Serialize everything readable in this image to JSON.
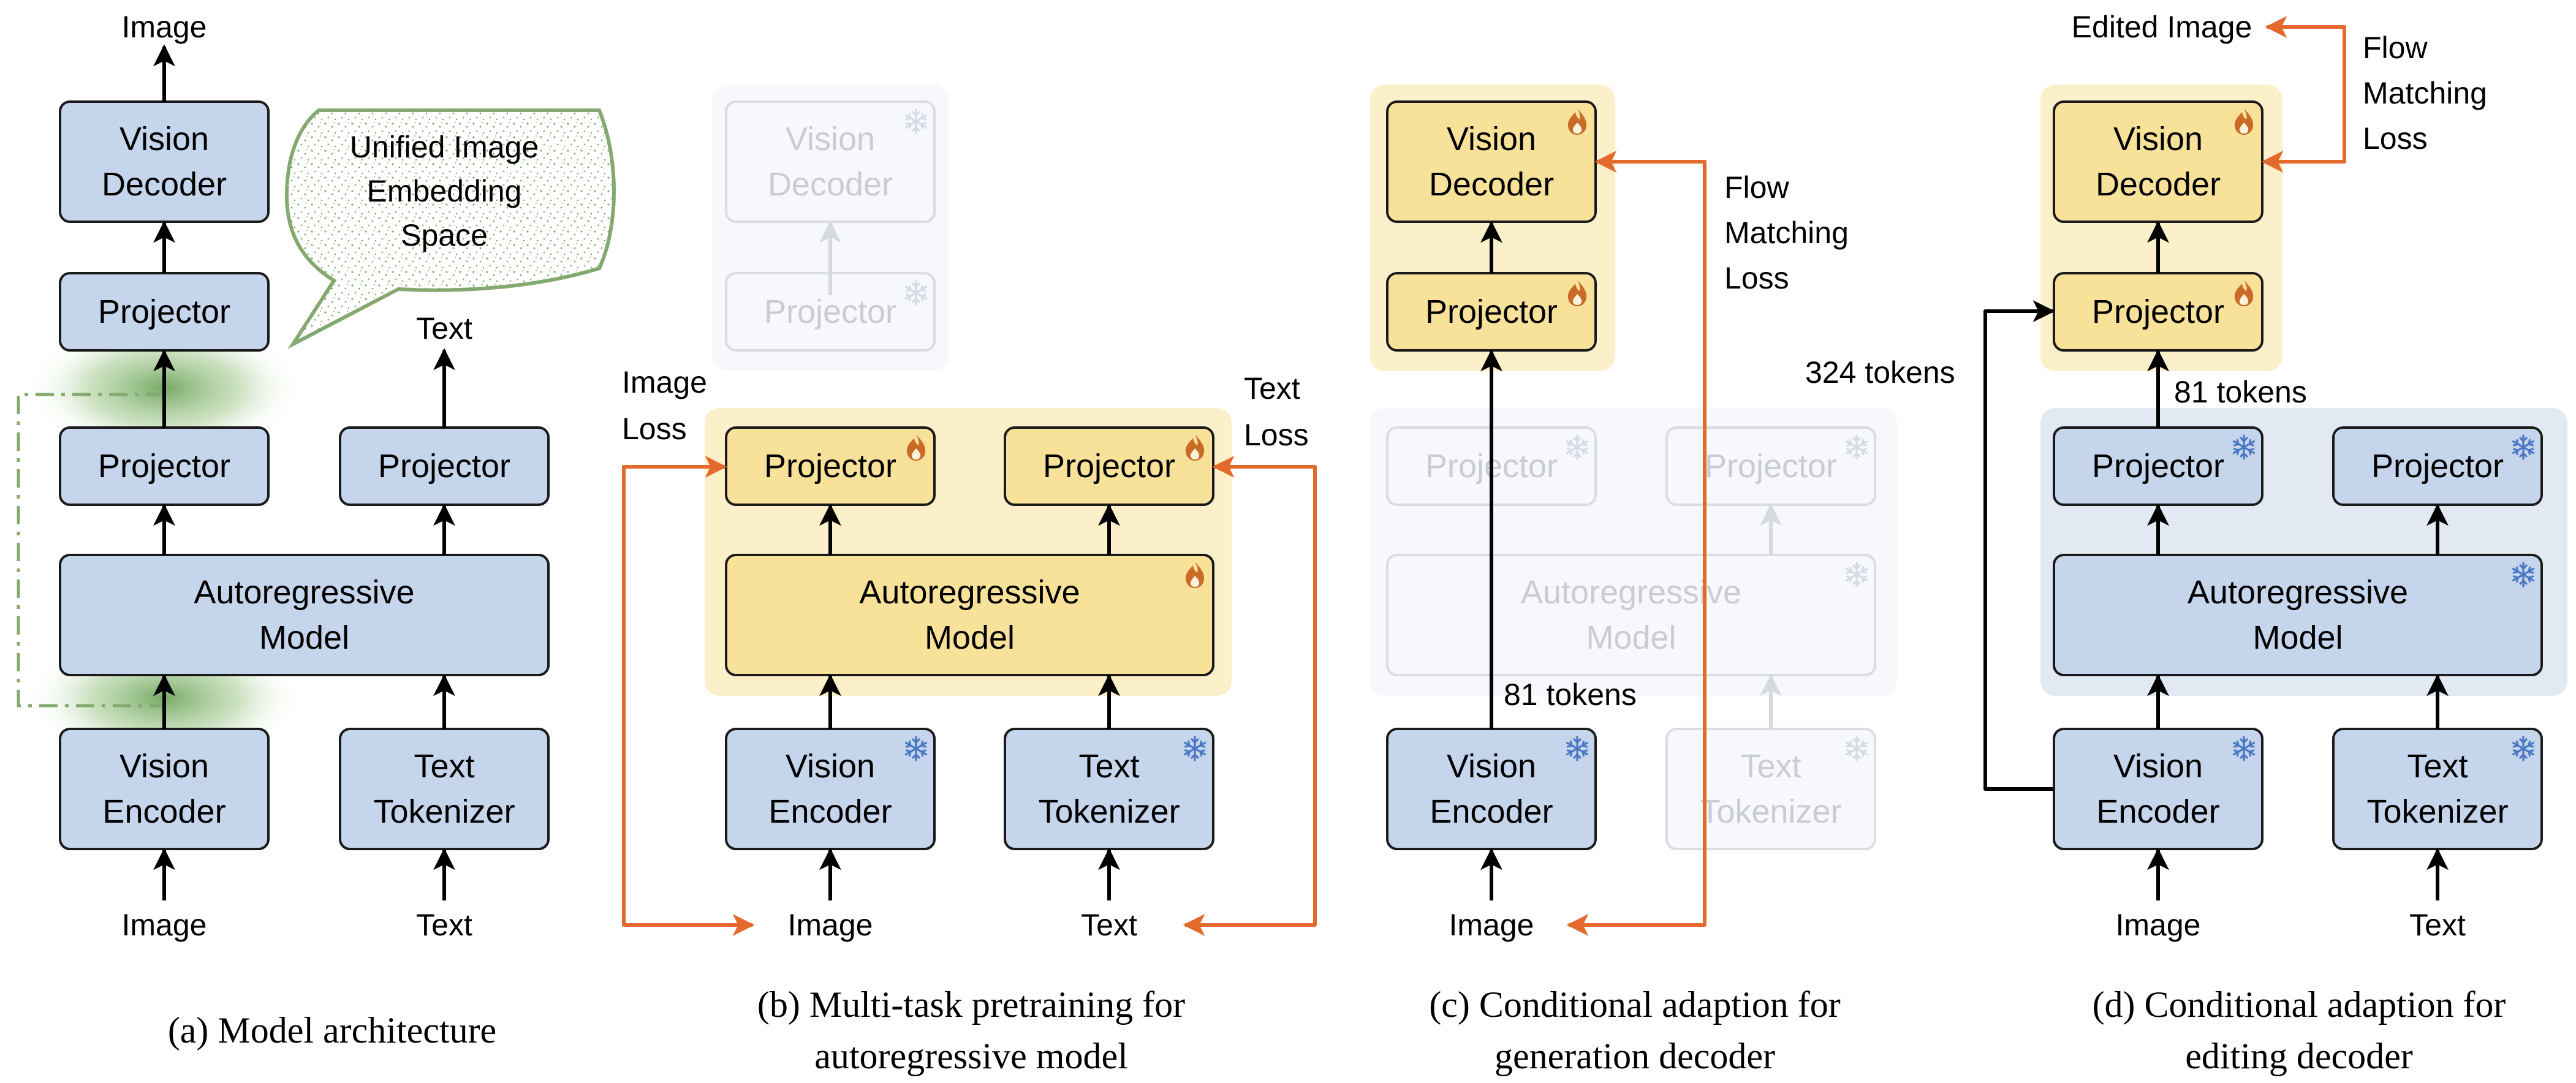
{
  "colors": {
    "blue_fill": "#c5d5ec",
    "yellow_fill": "#f8e29a",
    "yellow_group": "#fbf0c9",
    "blue_group": "#e3e9f3",
    "faded_group": "#f7f8fb",
    "orange_arrow": "#e4692c",
    "green_bubble": "#84a96f",
    "snowflake": "#4a77c4",
    "flame": "#c96b27"
  },
  "icons": {
    "frozen": "snowflake-icon",
    "trainable": "flame-icon"
  },
  "panel_a": {
    "caption": "(a) Model architecture",
    "top_image": "Image",
    "vision_decoder": [
      "Vision",
      "Decoder"
    ],
    "projector_top": "Projector",
    "bubble": [
      "Unified Image",
      "Embedding",
      "Space"
    ],
    "text_out": "Text",
    "projector_left": "Projector",
    "projector_right": "Projector",
    "ar_model": [
      "Autoregressive",
      "Model"
    ],
    "vision_encoder": [
      "Vision",
      "Encoder"
    ],
    "text_tokenizer": [
      "Text",
      "Tokenizer"
    ],
    "image_in": "Image",
    "text_in": "Text"
  },
  "panel_b": {
    "caption": [
      "(b) Multi-task pretraining for",
      "autoregressive model"
    ],
    "vision_decoder": [
      "Vision",
      "Decoder"
    ],
    "projector_top": "Projector",
    "image_loss": [
      "Image",
      "Loss"
    ],
    "text_loss": [
      "Text",
      "Loss"
    ],
    "projector_left": "Projector",
    "projector_right": "Projector",
    "ar_model": [
      "Autoregressive",
      "Model"
    ],
    "vision_encoder": [
      "Vision",
      "Encoder"
    ],
    "text_tokenizer": [
      "Text",
      "Tokenizer"
    ],
    "image_in": "Image",
    "text_in": "Text"
  },
  "panel_c": {
    "caption": [
      "(c) Conditional adaption for",
      "generation decoder"
    ],
    "vision_decoder": [
      "Vision",
      "Decoder"
    ],
    "projector_top": "Projector",
    "loss": [
      "Flow",
      "Matching",
      "Loss"
    ],
    "projector_left": "Projector",
    "projector_right": "Projector",
    "ar_model": [
      "Autoregressive",
      "Model"
    ],
    "tokens": "81 tokens",
    "vision_encoder": [
      "Vision",
      "Encoder"
    ],
    "text_tokenizer": [
      "Text",
      "Tokenizer"
    ],
    "image_in": "Image"
  },
  "panel_d": {
    "caption": [
      "(d) Conditional adaption for",
      "editing decoder"
    ],
    "edited_image": "Edited Image",
    "loss": [
      "Flow",
      "Matching",
      "Loss"
    ],
    "vision_decoder": [
      "Vision",
      "Decoder"
    ],
    "projector_top": "Projector",
    "tokens_324": "324 tokens",
    "tokens_81": "81 tokens",
    "projector_left": "Projector",
    "projector_right": "Projector",
    "ar_model": [
      "Autoregressive",
      "Model"
    ],
    "vision_encoder": [
      "Vision",
      "Encoder"
    ],
    "text_tokenizer": [
      "Text",
      "Tokenizer"
    ],
    "image_in": "Image",
    "text_in": "Text"
  }
}
